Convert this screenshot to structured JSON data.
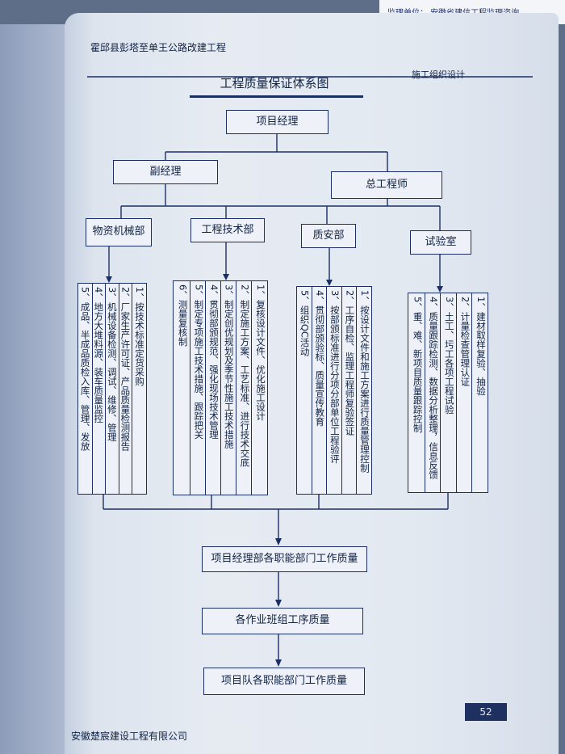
{
  "top_strip": {
    "text": "监理单位： 安徽省建信工程监理咨询"
  },
  "header": {
    "project": "霍邱县彭塔至单王公路改建工程",
    "section": "施工组织设计"
  },
  "title": "工程质量保证体系图",
  "org": {
    "top": "项目经理",
    "deputy": "副经理",
    "chief": "总工程师"
  },
  "departments": [
    {
      "name": "物资机械部",
      "items": [
        "1、按技术标准定货采购",
        "2、厂家生产许可证、产品质量检测报告",
        "3、机械设备检测、调试、维修、管理",
        "4、地方大堆料源、装车质量监控",
        "5、成品、半成品质检入库、管理、发放"
      ]
    },
    {
      "name": "工程技术部",
      "items": [
        "1、复核设计文件、优化施工设计",
        "2、制定施工方案、工艺标准、进行技术交底",
        "3、制定创优规划及季节性施工技术措施",
        "4、贯彻部颁规范、强化现场技术管理",
        "5、制定专项施工技术措施、跟踪把关",
        "6、测量复核制"
      ]
    },
    {
      "name": "质安部",
      "items": [
        "1、按设计文件和施工方案进行质量管理控制",
        "2、工序自检、监理工程师复验签证",
        "3、按部颁标准进行分项分部单位工程验评",
        "4、贯彻部颁验标、质量宣传教育",
        "5、组织QC活动"
      ]
    },
    {
      "name": "试验室",
      "items": [
        "1、建材取样复验、抽验",
        "2、计量检查管理认证",
        "3、土工、圬工各项工程试验",
        "4、质量跟踪检测、数据分析整理，信息反馈",
        "5、重、难、新项目质量跟踪控制"
      ]
    }
  ],
  "flow": [
    "项目经理部各职能部门工作质量",
    "各作业班组工序质量",
    "项目队各职能部门工作质量"
  ],
  "footer": {
    "company": "安徽楚宸建设工程有限公司",
    "page": "52"
  }
}
